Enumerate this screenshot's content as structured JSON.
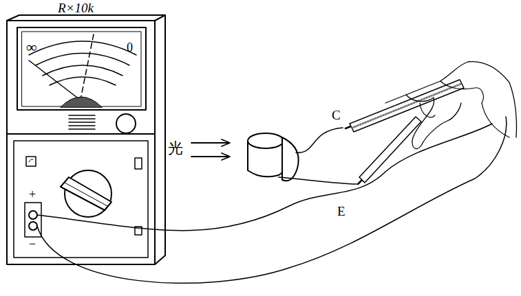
{
  "diagram": {
    "labels": [
      "R×10k",
      "∞",
      "0",
      "光",
      "C",
      "E",
      "+",
      "−"
    ]
  }
}
